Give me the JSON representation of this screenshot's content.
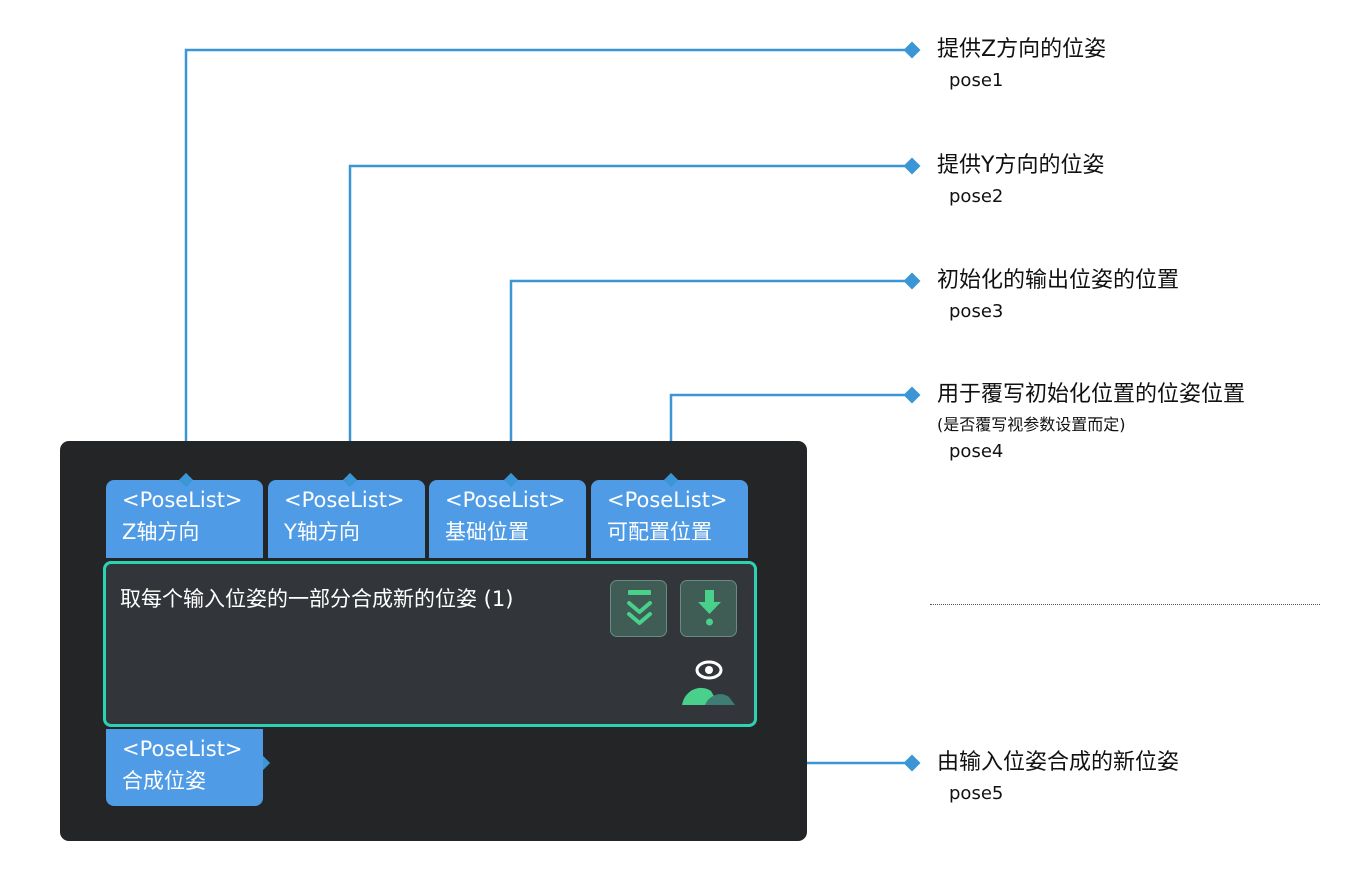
{
  "node": {
    "title": "取每个输入位姿的一部分合成新的位姿 (1)",
    "inputs": [
      {
        "type": "<PoseList>",
        "label": "Z轴方向"
      },
      {
        "type": "<PoseList>",
        "label": "Y轴方向"
      },
      {
        "type": "<PoseList>",
        "label": "基础位置"
      },
      {
        "type": "<PoseList>",
        "label": "可配置位置"
      }
    ],
    "output": {
      "type": "<PoseList>",
      "label": "合成位姿"
    },
    "buttons": [
      {
        "icon": "double-chevron-down-icon"
      },
      {
        "icon": "download-arrow-icon"
      }
    ],
    "visibility_icon": "eye-user-icon"
  },
  "annotations": [
    {
      "text": "提供Z方向的位姿",
      "note": "",
      "id": "pose1"
    },
    {
      "text": "提供Y方向的位姿",
      "note": "",
      "id": "pose2"
    },
    {
      "text": "初始化的输出位姿的位置",
      "note": "",
      "id": "pose3"
    },
    {
      "text": "用于覆写初始化位置的位姿位置",
      "note": "(是否覆写视参数设置而定)",
      "id": "pose4"
    },
    {
      "text": "由输入位姿合成的新位姿",
      "note": "",
      "id": "pose5"
    }
  ],
  "colors": {
    "panel": "#242526",
    "port": "#4f9be6",
    "node_border": "#2cd3b3",
    "connector": "#3b96d6"
  }
}
